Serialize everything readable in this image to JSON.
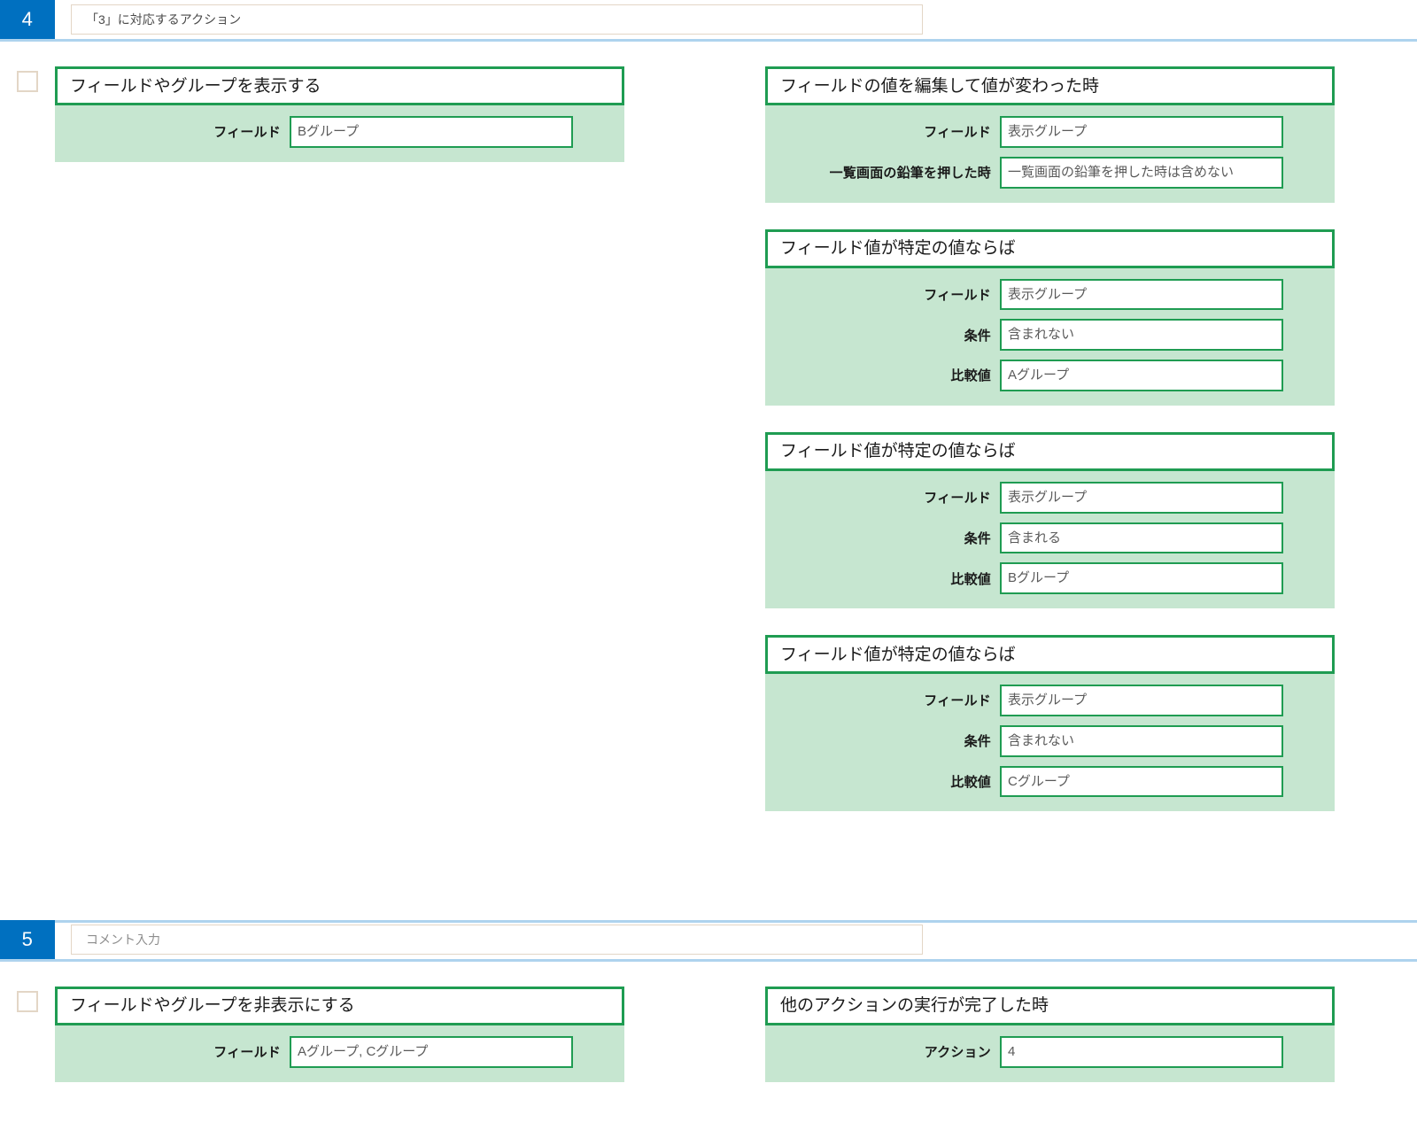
{
  "colors": {
    "badge_blue": "#0070c0",
    "separator_blue": "#aed3ee",
    "panel_green_border": "#1f9c52",
    "panel_green_fill": "#c6e6d0",
    "checkbox_border": "#e3d6c6",
    "comment_border": "#e3d6c6"
  },
  "sections": [
    {
      "number": "4",
      "comment": "「3」に対応するアクション",
      "comment_is_placeholder": false,
      "left": [
        {
          "title": "フィールドやグループを表示する",
          "fields": [
            {
              "label": "フィールド",
              "value": "Bグループ"
            }
          ]
        }
      ],
      "right": [
        {
          "title": "フィールドの値を編集して値が変わった時",
          "fields": [
            {
              "label": "フィールド",
              "value": "表示グループ"
            },
            {
              "label": "一覧画面の鉛筆を押した時",
              "value": "一覧画面の鉛筆を押した時は含めない",
              "two_line": true
            }
          ]
        },
        {
          "title": "フィールド値が特定の値ならば",
          "fields": [
            {
              "label": "フィールド",
              "value": "表示グループ"
            },
            {
              "label": "条件",
              "value": "含まれない"
            },
            {
              "label": "比較値",
              "value": "Aグループ"
            }
          ]
        },
        {
          "title": "フィールド値が特定の値ならば",
          "fields": [
            {
              "label": "フィールド",
              "value": "表示グループ"
            },
            {
              "label": "条件",
              "value": "含まれる"
            },
            {
              "label": "比較値",
              "value": "Bグループ"
            }
          ]
        },
        {
          "title": "フィールド値が特定の値ならば",
          "fields": [
            {
              "label": "フィールド",
              "value": "表示グループ"
            },
            {
              "label": "条件",
              "value": "含まれない"
            },
            {
              "label": "比較値",
              "value": "Cグループ"
            }
          ]
        }
      ]
    },
    {
      "number": "5",
      "comment": "コメント入力",
      "comment_is_placeholder": true,
      "left": [
        {
          "title": "フィールドやグループを非表示にする",
          "fields": [
            {
              "label": "フィールド",
              "value": "Aグループ, Cグループ"
            }
          ]
        }
      ],
      "right": [
        {
          "title": "他のアクションの実行が完了した時",
          "fields": [
            {
              "label": "アクション",
              "value": "4"
            }
          ]
        }
      ]
    }
  ]
}
